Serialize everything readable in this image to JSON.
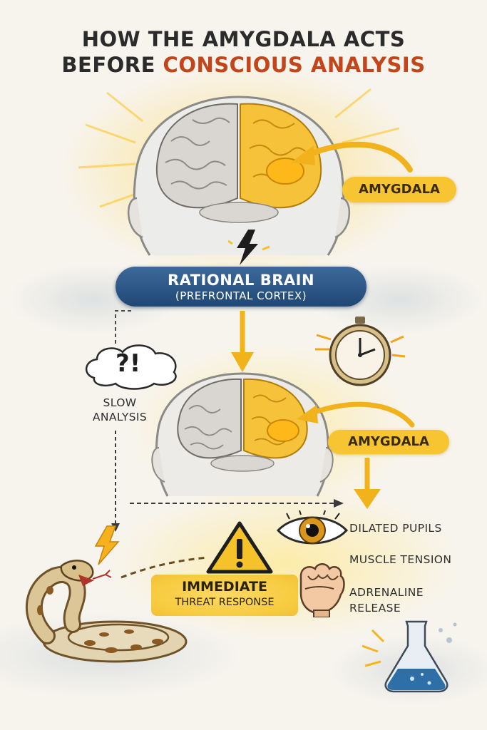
{
  "title": {
    "line1": "HOW THE AMYGDALA ACTS",
    "line2_plain": "BEFORE ",
    "line2_accent": "CONSCIOUS ANALYSIS"
  },
  "labels": {
    "amygdala_top": "AMYGDALA",
    "rational_line1": "RATIONAL BRAIN",
    "rational_line2": "(PREFRONTAL CORTEX)",
    "question_marks": "?!",
    "slow_line1": "SLOW",
    "slow_line2": "ANALYSIS",
    "amygdala_bottom": "AMYGDALA",
    "immediate_line1": "IMMEDIATE",
    "immediate_line2": "THREAT RESPONSE",
    "dilated": "DILATED PUPILS",
    "muscle": "MUSCLE TENSION",
    "adrenaline_line1": "ADRENALINE",
    "adrenaline_line2": "RELEASE"
  },
  "colors": {
    "accent_title": "#c2461a",
    "amygdala_yellow": "#f7c531",
    "rational_blue": "#1f4775",
    "arrow_orange": "#f2b21b"
  },
  "icons": [
    "brain-icon",
    "lightning-icon",
    "stopwatch-icon",
    "thought-bubble-icon",
    "warning-icon",
    "eye-icon",
    "fist-icon",
    "snake-icon",
    "flask-icon"
  ]
}
